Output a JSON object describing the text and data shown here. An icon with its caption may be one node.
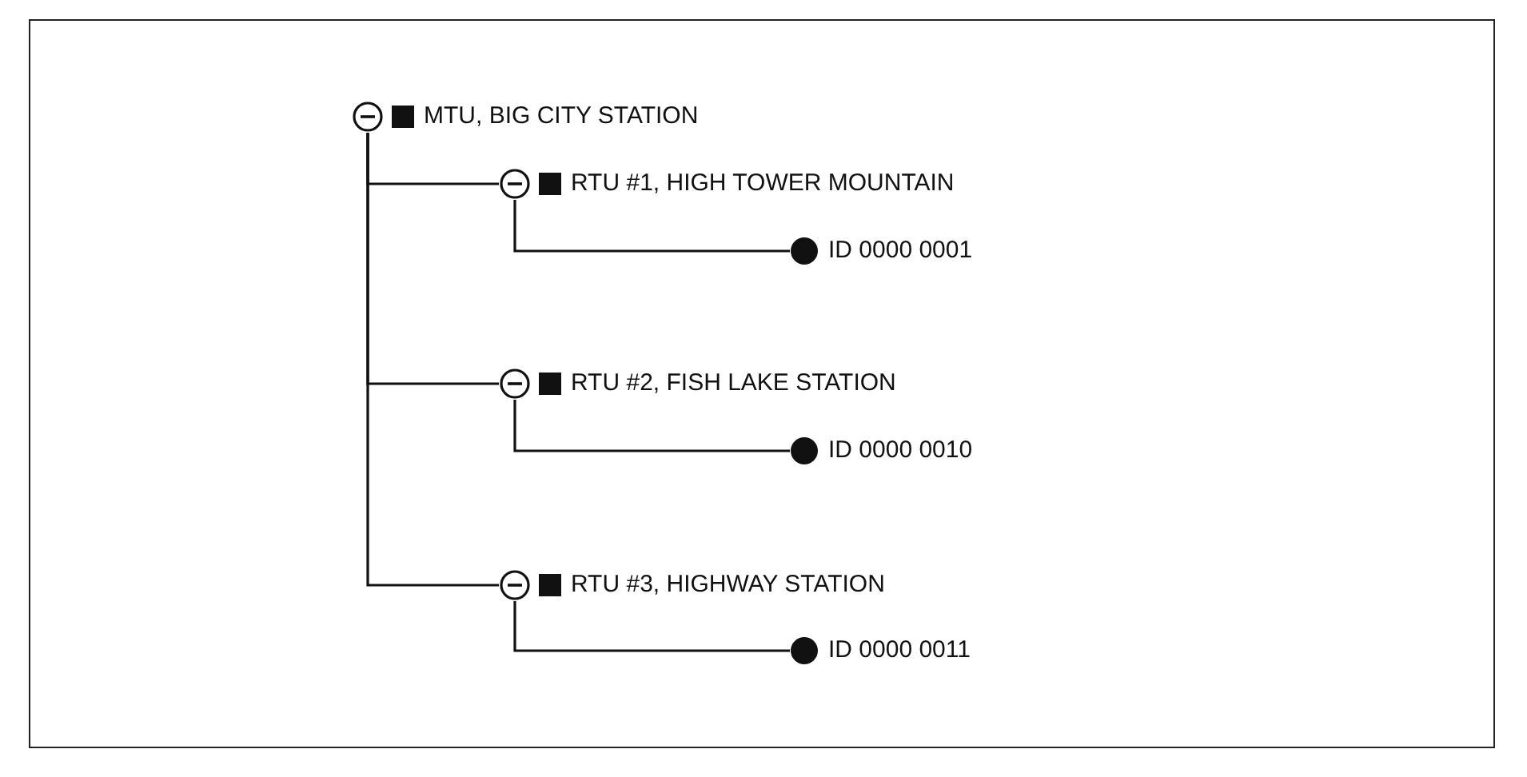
{
  "diagram": {
    "nodes": [
      {
        "text": [
          "MTU, BIG CITY STATION"
        ]
      },
      {
        "text": [
          "RTU #1, HIGH TOWER MOUNTAIN"
        ]
      },
      {
        "text": [
          "ID 0000 0001"
        ]
      },
      {
        "text": [
          "RTU #2, FISH LAKE STATION"
        ]
      },
      {
        "text": [
          "ID 0000 0010"
        ]
      },
      {
        "text": [
          "RTU #3, HIGHWAY STATION"
        ]
      },
      {
        "text": [
          "ID 0000 0011"
        ]
      }
    ],
    "edges": [
      {
        "from": 0,
        "to": 1,
        "arrow": "none"
      },
      {
        "from": 1,
        "to": 2,
        "arrow": "none"
      },
      {
        "from": 0,
        "to": 3,
        "arrow": "none"
      },
      {
        "from": 3,
        "to": 4,
        "arrow": "none"
      },
      {
        "from": 0,
        "to": 5,
        "arrow": "none"
      },
      {
        "from": 5,
        "to": 6,
        "arrow": "none"
      }
    ]
  }
}
